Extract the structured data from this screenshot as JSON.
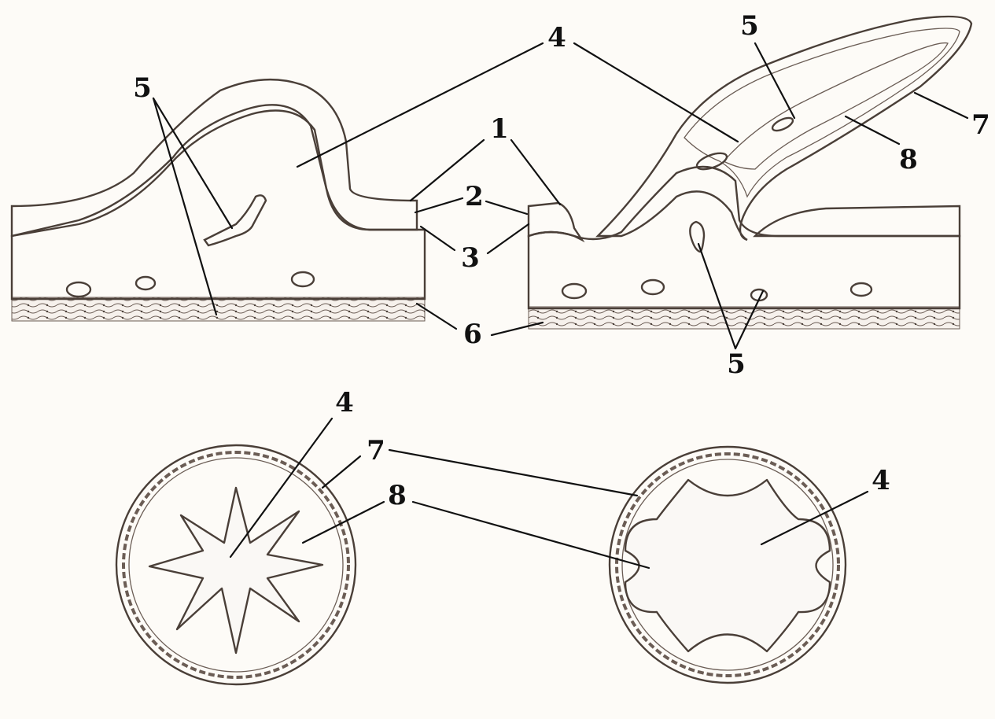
{
  "colors": {
    "paper": "#fdfbf7",
    "ink": "#111111",
    "tissue_outline": "#4a3f38",
    "tissue_fill": "#e7dfd8",
    "dense_tissue": "#5b4b44",
    "light_core": "#f8f5f1"
  },
  "labels": {
    "l1": "1",
    "l2": "2",
    "l3": "3",
    "l4_top": "4",
    "l4_left_circle": "4",
    "l4_right_circle": "4",
    "l5_left": "5",
    "l5_top_right": "5",
    "l5_bottom_right": "5",
    "l6": "6",
    "l7_top": "7",
    "l7_circles": "7",
    "l8_top": "8",
    "l8_circles": "8"
  }
}
